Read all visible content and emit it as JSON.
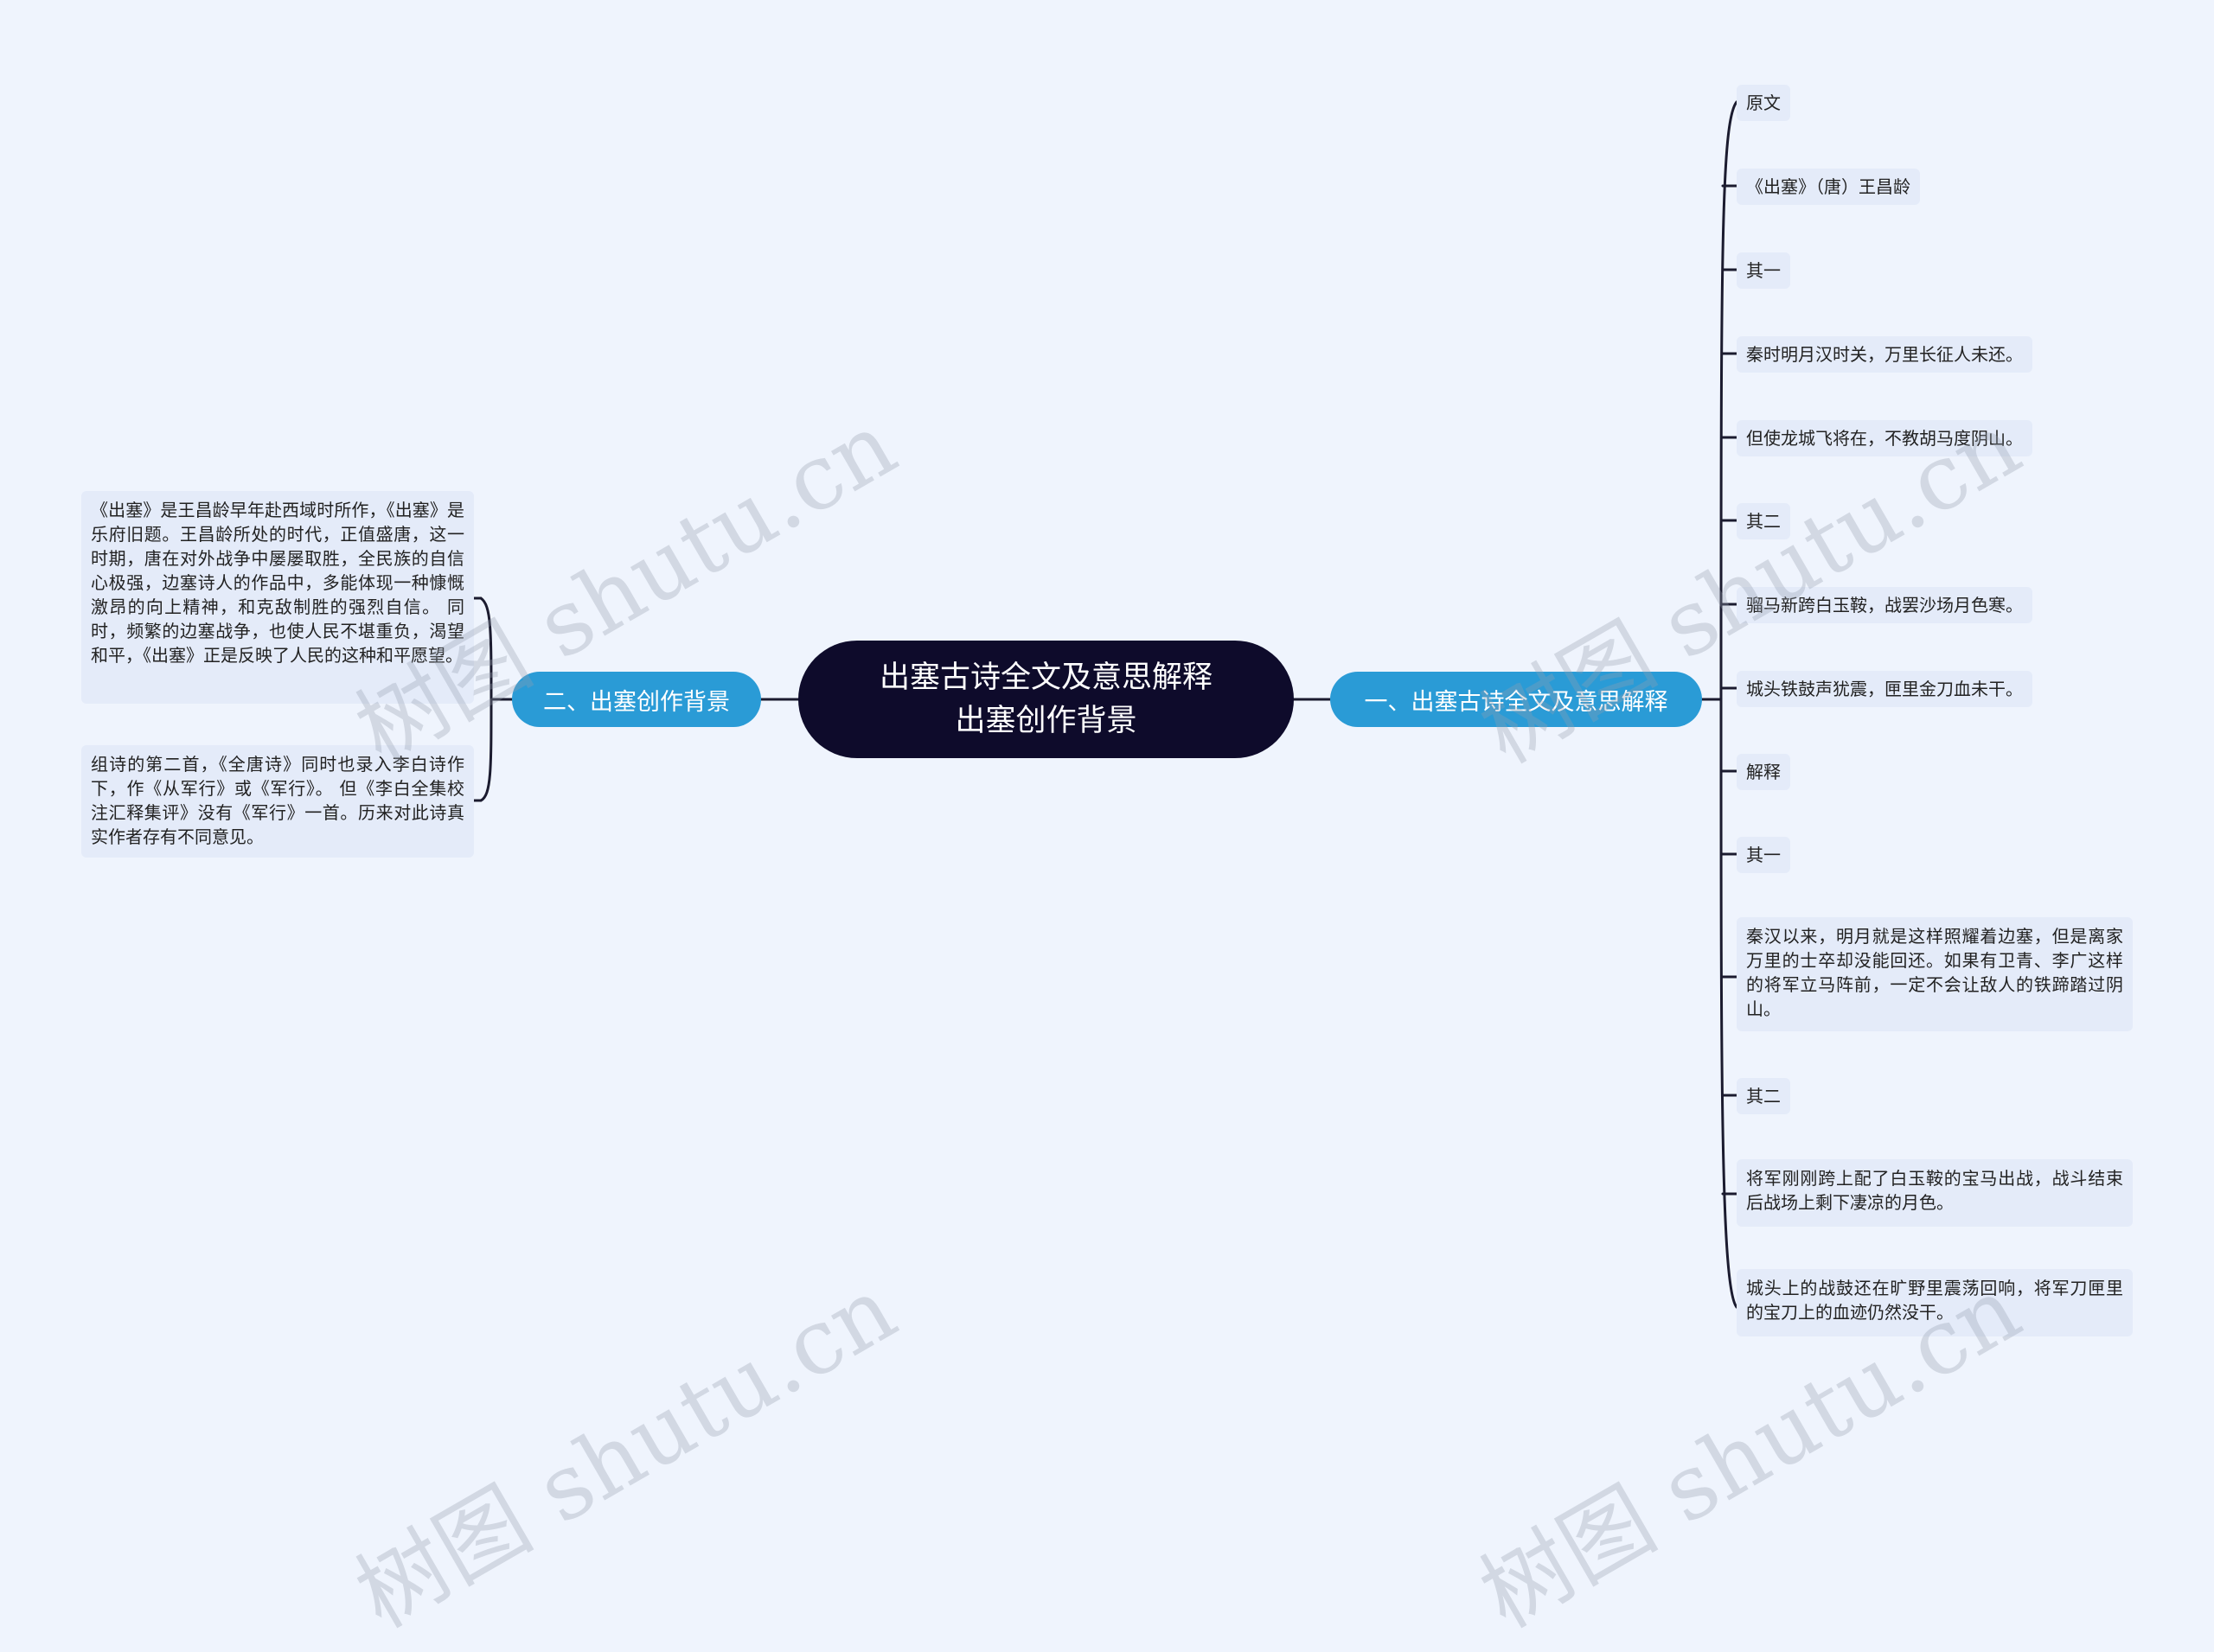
{
  "root": {
    "line1": "出塞古诗全文及意思解释",
    "line2": "出塞创作背景"
  },
  "left_branch": {
    "label": "二、出塞创作背景",
    "items": [
      "《出塞》是王昌龄早年赴西域时所作，《出塞》是乐府旧题。王昌龄所处的时代，正值盛唐，这一时期，唐在对外战争中屡屡取胜，全民族的自信心极强，边塞诗人的作品中，多能体现一种慷慨激昂的向上精神，和克敌制胜的强烈自信。 同时，频繁的边塞战争，也使人民不堪重负，渴望和平，《出塞》正是反映了人民的这种和平愿望。",
      "组诗的第二首，《全唐诗》同时也录入李白诗作下，作《从军行》或《军行》。 但《李白全集校注汇释集评》没有《军行》一首。历来对此诗真实作者存有不同意见。"
    ]
  },
  "right_branch": {
    "label": "一、出塞古诗全文及意思解释",
    "items": [
      "原文",
      "《出塞》（唐）王昌龄",
      "其一",
      "秦时明月汉时关，万里长征人未还。",
      "但使龙城飞将在，不教胡马度阴山。",
      "其二",
      "骝马新跨白玉鞍，战罢沙场月色寒。",
      "城头铁鼓声犹震，匣里金刀血未干。",
      "解释",
      "其一",
      "秦汉以来，明月就是这样照耀着边塞，但是离家万里的士卒却没能回还。如果有卫青、李广这样的将军立马阵前，一定不会让敌人的铁蹄踏过阴山。",
      "其二",
      "将军刚刚跨上配了白玉鞍的宝马出战，战斗结束后战场上剩下凄凉的月色。",
      "城头上的战鼓还在旷野里震荡回响，将军刀匣里的宝刀上的血迹仍然没干。"
    ]
  },
  "watermark": {
    "text": "树图 shutu.cn"
  },
  "colors": {
    "background": "#eff4fd",
    "root": "#0e0b2b",
    "branch": "#2a9bd6",
    "leaf": "#e4ebf9",
    "edge": "#1b1b2f"
  }
}
